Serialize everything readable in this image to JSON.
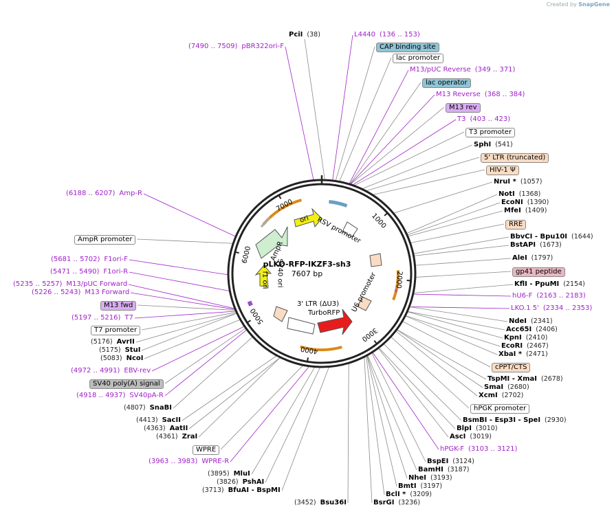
{
  "watermark": {
    "prefix": "Created by",
    "brand": "SnapGene"
  },
  "plasmid": {
    "name": "pLKO-RFP-IKZF3-sh3",
    "length": "7607 bp"
  },
  "ticks": [
    "1000",
    "2000",
    "3000",
    "4000",
    "5000",
    "6000",
    "7000"
  ],
  "features": {
    "rsv": "RSV promoter",
    "u6": "U6 promoter",
    "ltr3": "3' LTR (ΔU3)",
    "turborfp": "TurboRFP",
    "ampr": "AmpR",
    "ori": "ori",
    "sv40ori": "SV40 ori",
    "f1ori": "f1 ori"
  },
  "labels": [
    {
      "kind": "site",
      "coord": "(38)",
      "name": "PciI"
    },
    {
      "kind": "primer",
      "name": "L4440",
      "coord": "(136 .. 153)"
    },
    {
      "kind": "box",
      "name": "CAP binding site",
      "fill": "#8fc5d6"
    },
    {
      "kind": "box",
      "name": "lac promoter",
      "fill": "#ffffff"
    },
    {
      "kind": "primer",
      "name": "M13/pUC Reverse",
      "coord": "(349 .. 371)"
    },
    {
      "kind": "box",
      "name": "lac operator",
      "fill": "#8fc5d6"
    },
    {
      "kind": "primer",
      "name": "M13 Reverse",
      "coord": "(368 .. 384)"
    },
    {
      "kind": "box",
      "name": "M13 rev",
      "fill": "#d9aef0"
    },
    {
      "kind": "primer",
      "name": "T3",
      "coord": "(403 .. 423)"
    },
    {
      "kind": "box",
      "name": "T3 promoter",
      "fill": "#ffffff"
    },
    {
      "kind": "site",
      "name": "SphI",
      "coord": "(541)"
    },
    {
      "kind": "box",
      "name": "5' LTR (truncated)",
      "fill": "#f9dcc3"
    },
    {
      "kind": "box",
      "name": "HIV-1 Ψ",
      "fill": "#f9dcc3"
    },
    {
      "kind": "site",
      "name": "NruI *",
      "coord": "(1057)"
    },
    {
      "kind": "site",
      "name": "NotI",
      "coord": "(1368)"
    },
    {
      "kind": "site",
      "name": "EcoNI",
      "coord": "(1390)"
    },
    {
      "kind": "site",
      "name": "MfeI",
      "coord": "(1409)"
    },
    {
      "kind": "box",
      "name": "RRE",
      "fill": "#f9dcc3"
    },
    {
      "kind": "site",
      "name": "BbvCI - Bpu10I",
      "coord": "(1644)"
    },
    {
      "kind": "site",
      "name": "BstAPI",
      "coord": "(1673)"
    },
    {
      "kind": "site",
      "name": "AleI",
      "coord": "(1797)"
    },
    {
      "kind": "box",
      "name": "gp41 peptide",
      "fill": "#e8b7c2"
    },
    {
      "kind": "site",
      "name": "KflI - PpuMI",
      "coord": "(2154)"
    },
    {
      "kind": "primer",
      "name": "hU6-F",
      "coord": "(2163 .. 2183)"
    },
    {
      "kind": "primer",
      "name": "LKO.1 5'",
      "coord": "(2334 .. 2353)"
    },
    {
      "kind": "site",
      "name": "NdeI",
      "coord": "(2341)"
    },
    {
      "kind": "site",
      "name": "Acc65I",
      "coord": "(2406)"
    },
    {
      "kind": "site",
      "name": "KpnI",
      "coord": "(2410)"
    },
    {
      "kind": "site",
      "name": "EcoRI",
      "coord": "(2467)"
    },
    {
      "kind": "site",
      "name": "XbaI *",
      "coord": "(2471)"
    },
    {
      "kind": "box",
      "name": "cPPT/CTS",
      "fill": "#f9dcc3"
    },
    {
      "kind": "site",
      "name": "TspMI - XmaI",
      "coord": "(2678)"
    },
    {
      "kind": "site",
      "name": "SmaI",
      "coord": "(2680)"
    },
    {
      "kind": "site",
      "name": "XcmI",
      "coord": "(2702)"
    },
    {
      "kind": "box",
      "name": "hPGK promoter",
      "fill": "#ffffff"
    },
    {
      "kind": "site",
      "name": "BsmBI - Esp3I - SpeI",
      "coord": "(2930)"
    },
    {
      "kind": "site",
      "name": "BlpI",
      "coord": "(3010)"
    },
    {
      "kind": "site",
      "name": "AscI",
      "coord": "(3019)"
    },
    {
      "kind": "primer",
      "name": "hPGK-F",
      "coord": "(3103 .. 3121)"
    },
    {
      "kind": "site",
      "name": "BspEI",
      "coord": "(3124)"
    },
    {
      "kind": "site",
      "name": "BamHI",
      "coord": "(3187)"
    },
    {
      "kind": "site",
      "name": "NheI",
      "coord": "(3193)"
    },
    {
      "kind": "site",
      "name": "BmtI",
      "coord": "(3197)"
    },
    {
      "kind": "site",
      "name": "BclI *",
      "coord": "(3209)"
    },
    {
      "kind": "site",
      "name": "BsrGI",
      "coord": "(3236)"
    },
    {
      "kind": "site",
      "coord": "(3452)",
      "name": "Bsu36I"
    },
    {
      "kind": "site",
      "coord": "(3713)",
      "name": "BfuAI - BspMI"
    },
    {
      "kind": "site",
      "coord": "(3826)",
      "name": "PshAI"
    },
    {
      "kind": "site",
      "coord": "(3895)",
      "name": "MluI"
    },
    {
      "kind": "primer",
      "coord": "(3963 .. 3983)",
      "name": "WPRE-R"
    },
    {
      "kind": "box",
      "name": "WPRE",
      "fill": "#ffffff"
    },
    {
      "kind": "site",
      "coord": "(4361)",
      "name": "ZraI"
    },
    {
      "kind": "site",
      "coord": "(4363)",
      "name": "AatII"
    },
    {
      "kind": "site",
      "coord": "(4413)",
      "name": "SacII"
    },
    {
      "kind": "site",
      "coord": "(4807)",
      "name": "SnaBI"
    },
    {
      "kind": "primer",
      "coord": "(4918 .. 4937)",
      "name": "SV40pA-R"
    },
    {
      "kind": "box",
      "name": "SV40 poly(A) signal",
      "fill": "#bdbdbd"
    },
    {
      "kind": "primer",
      "coord": "(4972 .. 4991)",
      "name": "EBV-rev"
    },
    {
      "kind": "site",
      "coord": "(5083)",
      "name": "NcoI"
    },
    {
      "kind": "site",
      "coord": "(5175)",
      "name": "StuI"
    },
    {
      "kind": "site",
      "coord": "(5176)",
      "name": "AvrII"
    },
    {
      "kind": "box",
      "name": "T7 promoter",
      "fill": "#ffffff"
    },
    {
      "kind": "primer",
      "coord": "(5197 .. 5216)",
      "name": "T7"
    },
    {
      "kind": "box",
      "name": "M13 fwd",
      "fill": "#d9aef0"
    },
    {
      "kind": "primer",
      "coord": "(5226 .. 5243)",
      "name": "M13 Forward"
    },
    {
      "kind": "primer",
      "coord": "(5235 .. 5257)",
      "name": "M13/pUC Forward"
    },
    {
      "kind": "primer",
      "coord": "(5471 .. 5490)",
      "name": "F1ori-R"
    },
    {
      "kind": "primer",
      "coord": "(5681 .. 5702)",
      "name": "F1ori-F"
    },
    {
      "kind": "box",
      "name": "AmpR promoter",
      "fill": "#ffffff"
    },
    {
      "kind": "primer",
      "coord": "(6188 .. 6207)",
      "name": "Amp-R"
    },
    {
      "kind": "primer",
      "coord": "(7490 .. 7509)",
      "name": "pBR322ori-F"
    }
  ]
}
